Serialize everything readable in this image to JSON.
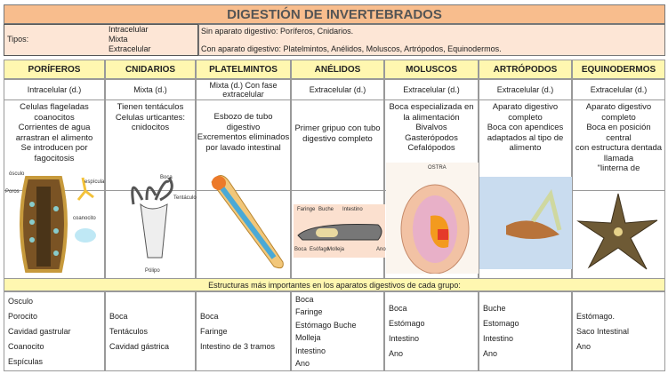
{
  "title": "DIGESTIÓN DE INVERTEBRADOS",
  "tipos": {
    "label": "Tipos:",
    "values": [
      "Intracelular",
      "Mixta",
      "Extracelular"
    ]
  },
  "summary": {
    "sin": "Sin aparato digestivo: Poríferos, Cnidarios.",
    "con": "Con aparato digestivo: Platelmintos, Anélidos, Moluscos, Artrópodos, Equinodermos."
  },
  "groups": [
    {
      "name": "PORÍFEROS",
      "type": "Intracelular (d.)",
      "desc": [
        "Celulas flageladas coanocitos",
        "Corrientes de agua arrastran el alimento",
        "Se introducen por fagocitosis"
      ],
      "structures": [
        "Osculo",
        "Porocito",
        "Cavidad gastrular",
        "Coanocito",
        "Espículas"
      ]
    },
    {
      "name": "CNIDARIOS",
      "type": "Mixta (d.)",
      "desc": [
        "Tienen tentáculos",
        "Celulas urticantes: cnidocitos"
      ],
      "structures": [
        "Boca",
        "Tentáculos",
        "Cavidad gástrica"
      ]
    },
    {
      "name": "PLATELMINTOS",
      "type": "Mixta (d.) Con fase extracelular",
      "desc": [
        "Esbozo de tubo digestivo",
        "Excrementos eliminados por lavado intestinal"
      ],
      "structures": [
        "Boca",
        "Faringe",
        " Intestino de 3 tramos"
      ]
    },
    {
      "name": "ANÉLIDOS",
      "type": "Extracelular (d.)",
      "desc": [
        "Primer gripuo con tubo digestivo completo"
      ],
      "structures": [
        "Boca",
        "Faringe",
        "Estómago Buche",
        "Molleja",
        "Intestino",
        "Ano"
      ]
    },
    {
      "name": "MOLUSCOS",
      "type": "Extracelular (d.)",
      "desc": [
        "Boca especializada en la alimentación",
        "Bivalvos",
        "Gasterópodos",
        "Cefalópodos"
      ],
      "structures": [
        "Boca",
        "Estómago",
        "Intestino",
        " Ano"
      ]
    },
    {
      "name": "ARTRÓPODOS",
      "type": "Extracelular (d.)",
      "desc": [
        "Aparato digestivo completo",
        "Boca con apendices adaptados al tipo de alimento"
      ],
      "structures": [
        "Buche",
        "Estomago",
        "Intestino",
        "Ano"
      ]
    },
    {
      "name": "EQUINODERMOS",
      "type": "Extracelular (d.)",
      "desc": [
        "Aparato digestivo completo",
        "Boca en posición central",
        "con estructura dentada llamada",
        "\"linterna de"
      ],
      "structures": [
        "Estómago.",
        " Saco Intestinal",
        "Ano"
      ]
    }
  ],
  "estructuras_header": "Estructuras más importantes en los aparatos digestivos de cada grupo:",
  "images": {
    "porifero_labels": [
      "ósculo",
      "espícula",
      "coanocito",
      "Poros"
    ],
    "cnidario_labels": [
      "Boca",
      "Tentáculo",
      "Pólipo"
    ],
    "anelido_labels": [
      "Faringe",
      "Buche",
      "Intestino",
      "Boca",
      "Esófago",
      "Molleja",
      "Ano"
    ],
    "molusco_labels": [
      "OSTRA"
    ]
  }
}
